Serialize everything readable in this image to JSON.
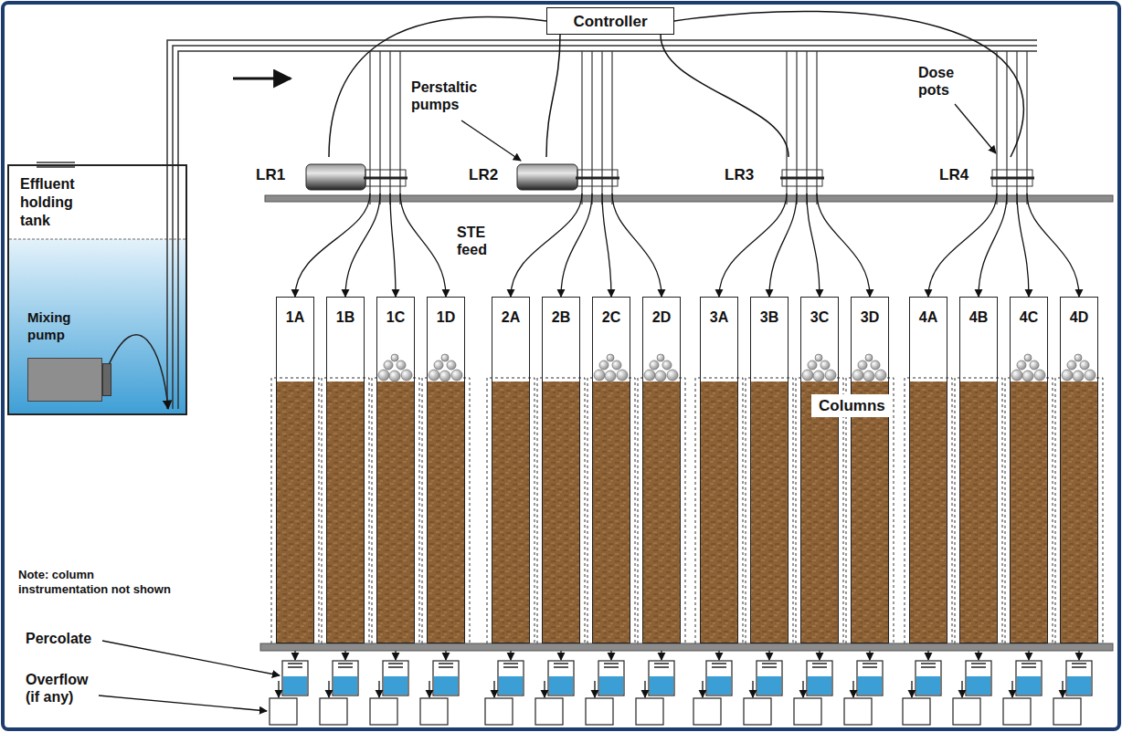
{
  "diagram": {
    "nodes": [
      {
        "text": [
          "Effluent holding tank"
        ]
      },
      {
        "text": [
          "Mixing pump"
        ],
        "in": 0
      },
      {
        "text": [
          "Controller"
        ]
      },
      {
        "text": [
          "LR1"
        ]
      },
      {
        "text": [
          "LR2"
        ]
      },
      {
        "text": [
          "LR3"
        ]
      },
      {
        "text": [
          "LR4"
        ]
      },
      {
        "text": [
          "1A"
        ]
      },
      {
        "text": [
          "1B"
        ]
      },
      {
        "text": [
          "1C"
        ]
      },
      {
        "text": [
          "1D"
        ]
      },
      {
        "text": [
          "2A"
        ]
      },
      {
        "text": [
          "2B"
        ]
      },
      {
        "text": [
          "2C"
        ]
      },
      {
        "text": [
          "2D"
        ]
      },
      {
        "text": [
          "3A"
        ]
      },
      {
        "text": [
          "3B"
        ]
      },
      {
        "text": [
          "3C"
        ]
      },
      {
        "text": [
          "3D"
        ]
      },
      {
        "text": [
          "4A"
        ]
      },
      {
        "text": [
          "4B"
        ]
      },
      {
        "text": [
          "4C"
        ]
      },
      {
        "text": [
          "4D"
        ]
      }
    ],
    "edges": [
      {
        "from": 2,
        "to": 3,
        "arrow": "none"
      },
      {
        "from": 2,
        "to": 4,
        "arrow": "none"
      },
      {
        "from": 2,
        "to": 5,
        "arrow": "none"
      },
      {
        "from": 2,
        "to": 6,
        "arrow": "none"
      },
      {
        "from": 3,
        "to": 7,
        "arrow": "to"
      },
      {
        "from": 3,
        "to": 8,
        "arrow": "to"
      },
      {
        "from": 3,
        "to": 9,
        "arrow": "to"
      },
      {
        "from": 3,
        "to": 10,
        "arrow": "to"
      },
      {
        "from": 4,
        "to": 11,
        "arrow": "to"
      },
      {
        "from": 4,
        "to": 12,
        "arrow": "to"
      },
      {
        "from": 4,
        "to": 13,
        "arrow": "to"
      },
      {
        "from": 4,
        "to": 14,
        "arrow": "to"
      },
      {
        "from": 5,
        "to": 15,
        "arrow": "to"
      },
      {
        "from": 5,
        "to": 16,
        "arrow": "to"
      },
      {
        "from": 5,
        "to": 17,
        "arrow": "to"
      },
      {
        "from": 5,
        "to": 18,
        "arrow": "to"
      },
      {
        "from": 6,
        "to": 19,
        "arrow": "to"
      },
      {
        "from": 6,
        "to": 20,
        "arrow": "to"
      },
      {
        "from": 6,
        "to": 21,
        "arrow": "to"
      },
      {
        "from": 6,
        "to": 22,
        "arrow": "to"
      }
    ],
    "labels": [
      "Perstaltic pumps",
      "Dose pots",
      "STE feed",
      "Columns",
      "Note: column instrumentation not shown",
      "Percolate",
      "Overflow (if any)"
    ]
  }
}
